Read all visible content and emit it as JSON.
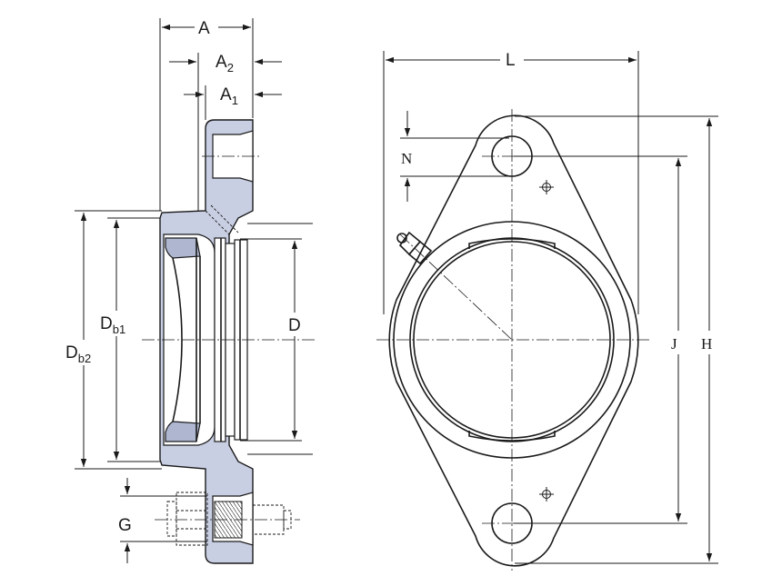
{
  "labels": {
    "A": "A",
    "A2": {
      "base": "A",
      "sub": "2"
    },
    "A1": {
      "base": "A",
      "sub": "1"
    },
    "Db1": {
      "base": "D",
      "sub": "b1"
    },
    "Db2": {
      "base": "D",
      "sub": "b2"
    },
    "D": "D",
    "G": "G",
    "L": "L",
    "N": "N",
    "J": "J",
    "H": "H"
  },
  "colors": {
    "section_fill": "#c9cfe3",
    "section_dark": "#aeb6d0",
    "line": "#1a1a1a"
  }
}
